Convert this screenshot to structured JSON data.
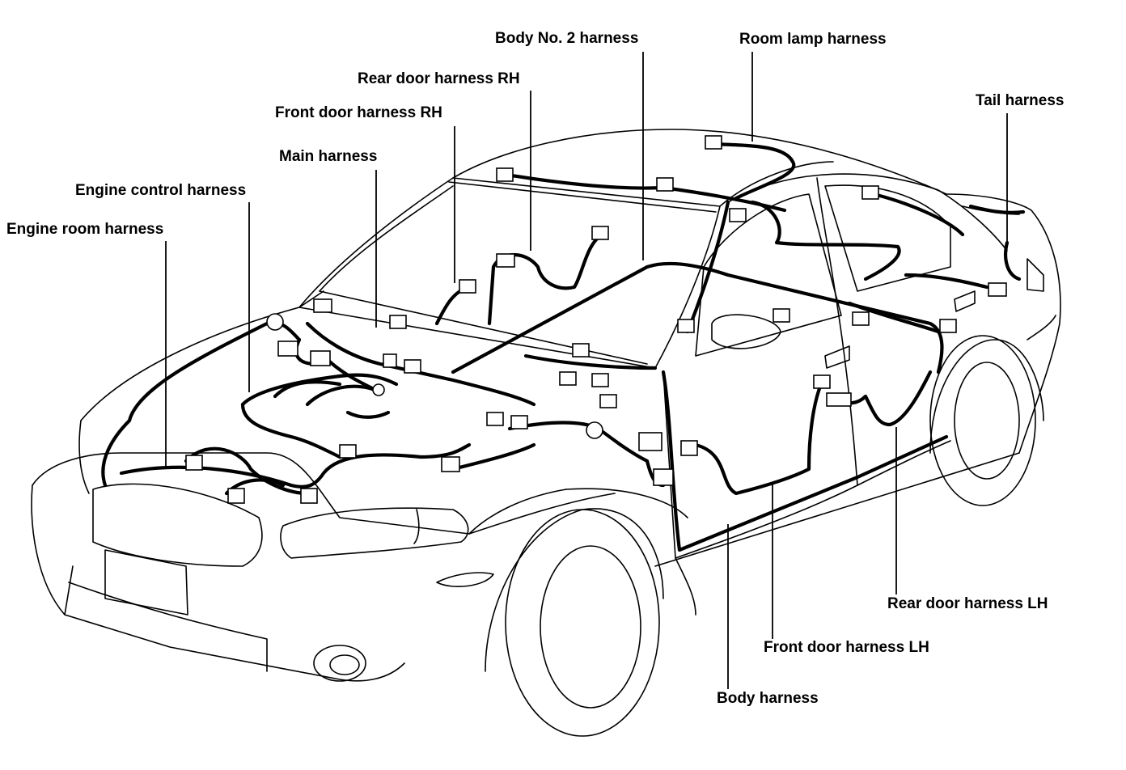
{
  "labels": {
    "body_no2": "Body No. 2 harness",
    "room_lamp": "Room lamp harness",
    "rear_door_rh": "Rear door harness RH",
    "tail": "Tail harness",
    "front_door_rh": "Front door harness RH",
    "main": "Main harness",
    "engine_control": "Engine control harness",
    "engine_room": "Engine room harness",
    "rear_door_lh": "Rear door harness LH",
    "front_door_lh": "Front door harness LH",
    "body": "Body harness"
  }
}
